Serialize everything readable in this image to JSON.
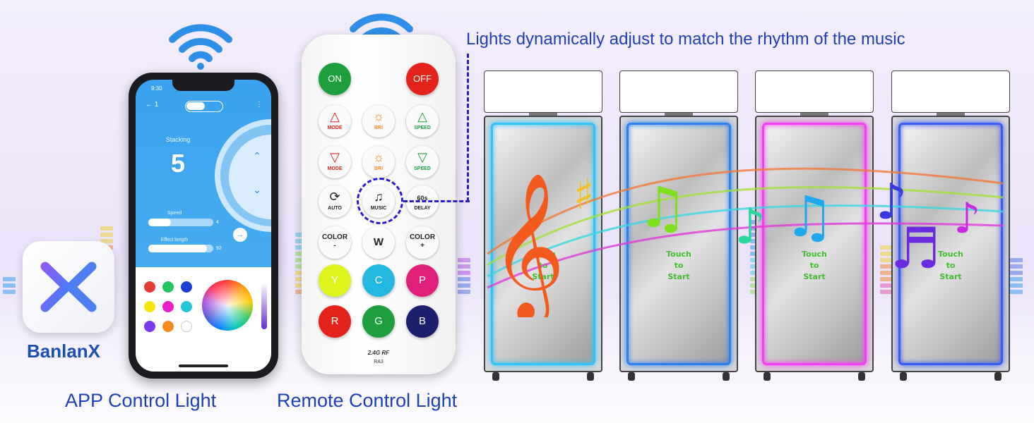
{
  "headline": "Lights dynamically adjust to match the rhythm of the music",
  "app": {
    "name": "BanlanX",
    "caption": "APP Control Light",
    "icon": "banlanx-x-logo-icon"
  },
  "phone": {
    "status_time": "9:30",
    "back_label": "← 1",
    "menu_icon": "⋮",
    "stacking_label": "Stacking",
    "stacking_value": "5",
    "speed_label": "Speed",
    "speed_value": "4",
    "speed_level": 0.35,
    "effect_label": "Effect length",
    "effect_value": "92",
    "effect_level": 0.9,
    "swatches": [
      "#e53935",
      "#22c55e",
      "#1d3fd1",
      "#f5e50a",
      "#e91ec9",
      "#22c7d6",
      "#7c3aed",
      "#f58b1f",
      "#ffffff"
    ]
  },
  "remote": {
    "caption": "Remote Control Light",
    "on": "ON",
    "off": "OFF",
    "mode": "MODE",
    "bri": "BRI",
    "speed": "SPEED",
    "auto": "AUTO",
    "music": "MUSIC",
    "delay": "DELAY",
    "delay_badge": "60s",
    "color_minus_top": "COLOR",
    "color_minus_bottom": "-",
    "w": "W",
    "color_plus_top": "COLOR",
    "color_plus_bottom": "+",
    "y": "Y",
    "c": "C",
    "p": "P",
    "r": "R",
    "g": "G",
    "b": "B",
    "brand": "2.4G RF",
    "model": "RA3"
  },
  "booths": [
    {
      "touch": [
        "Touch",
        "to",
        "Start"
      ],
      "frame": "#31c3f5"
    },
    {
      "touch": [
        "Touch",
        "to",
        "Start"
      ],
      "frame": "#2f7ff0"
    },
    {
      "touch": [
        "Touch",
        "to",
        "Start"
      ],
      "frame": "#f23ff0"
    },
    {
      "touch": [
        "Touch",
        "to",
        "Start"
      ],
      "frame": "#3a5cf0"
    }
  ],
  "colors": {
    "accent": "#1f3fb4",
    "dashed": "#2a1bd1",
    "wifi": "#2e8fe8",
    "on_button": "#1e9e3c",
    "off_button": "#e4231c"
  }
}
